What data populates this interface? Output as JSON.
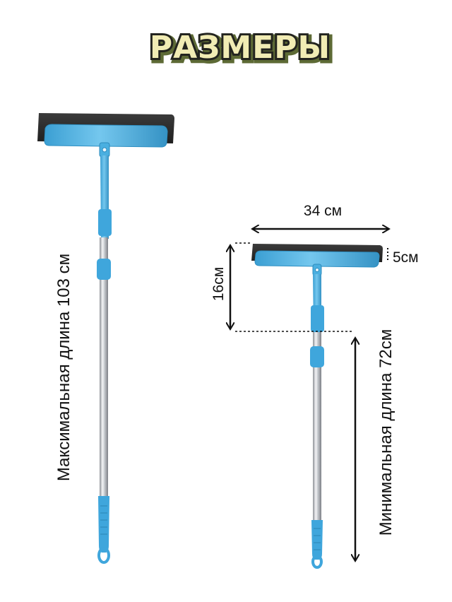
{
  "title": "РАЗМЕРЫ",
  "labels": {
    "max_length": "Максимальная длина 103 см",
    "min_length": "Минимальная длина 72см",
    "width": "34 см",
    "height_head": "5см",
    "height_neck": "16см"
  },
  "colors": {
    "title_fill": "#f1ecb4",
    "title_stroke": "#23241f",
    "title_shadow": "#5d6a35",
    "head_blue": "#4fb4e2",
    "blade_black": "#2c2c2c",
    "handle_silver": "#c9cbd0",
    "grip_blue": "#3fa6dc"
  }
}
